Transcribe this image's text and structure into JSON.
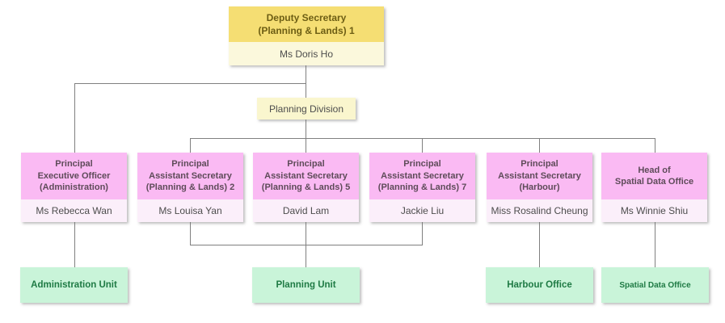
{
  "root": {
    "title": "Deputy Secretary\n(Planning & Lands) 1",
    "name": "Ms Doris Ho"
  },
  "division_label": "Planning Division",
  "officers": [
    {
      "title": "Principal\nExecutive Officer\n(Administration)",
      "name": "Ms Rebecca Wan"
    },
    {
      "title": "Principal\nAssistant Secretary\n(Planning & Lands) 2",
      "name": "Ms Louisa Yan"
    },
    {
      "title": "Principal\nAssistant Secretary\n(Planning & Lands) 5",
      "name": "David Lam"
    },
    {
      "title": "Principal\nAssistant Secretary\n(Planning & Lands) 7",
      "name": "Jackie Liu"
    },
    {
      "title": "Principal\nAssistant Secretary\n(Harbour)",
      "name": "Miss Rosalind Cheung"
    },
    {
      "title": "Head of\nSpatial Data Office",
      "name": "Ms Winnie Shiu"
    }
  ],
  "units": [
    {
      "label": "Administration Unit"
    },
    {
      "label": "Planning Unit"
    },
    {
      "label": "Harbour Office"
    },
    {
      "label": "Spatial Data Office"
    }
  ],
  "colors": {
    "yellow_header": "#F5DE73",
    "yellow_body": "#FBF8DC",
    "division_bg": "#FAF6CE",
    "yellow_title_text": "#6D5E14",
    "pink_header": "#FABAF3",
    "pink_body": "#FBEFFA",
    "pink_title_text": "#5E4B59",
    "name_text": "#4D4D4D",
    "green_bg": "#C9F4D9",
    "green_text": "#1E7A44",
    "line": "#808080"
  }
}
